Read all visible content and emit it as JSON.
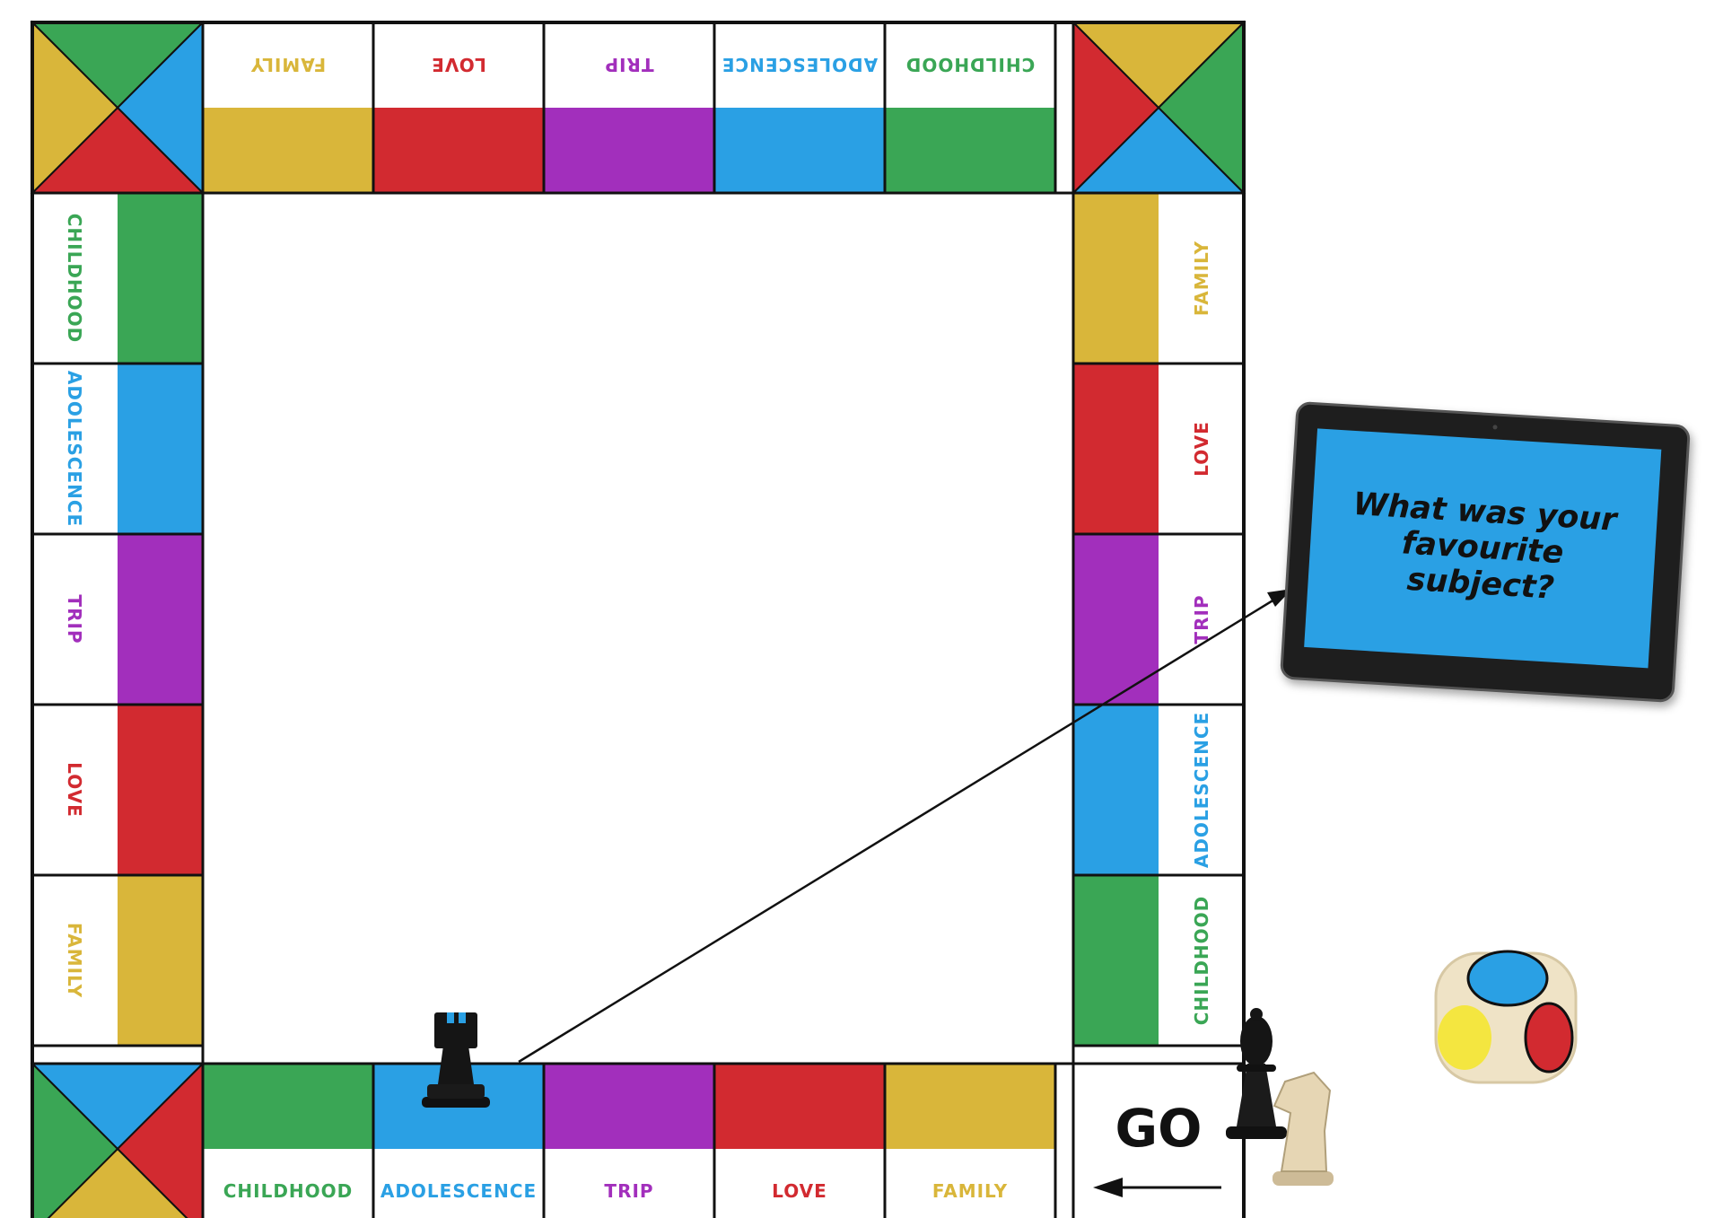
{
  "colors": {
    "childhood": "#3aa655",
    "adolescence": "#2aa0e4",
    "trip": "#a22fbc",
    "love": "#d22a30",
    "family": "#d9b63a",
    "board_line": "#111111"
  },
  "categories": {
    "childhood": "CHILDHOOD",
    "adolescence": "ADOLESCENCE",
    "trip": "TRIP",
    "love": "LOVE",
    "family": "FAMILY"
  },
  "bottom_row": [
    "childhood",
    "adolescence",
    "trip",
    "love",
    "family"
  ],
  "top_row": [
    "family",
    "love",
    "trip",
    "adolescence",
    "childhood"
  ],
  "left_column": [
    "childhood",
    "adolescence",
    "trip",
    "love",
    "family"
  ],
  "right_column": [
    "family",
    "love",
    "trip",
    "adolescence",
    "childhood"
  ],
  "go": {
    "label": "GO"
  },
  "tablet": {
    "question": "What was your favourite subject?"
  },
  "pieces": {
    "on_board": {
      "name": "rook",
      "color": "black",
      "space": "adolescence"
    },
    "beside_board": [
      "black-bishop",
      "white-knight"
    ]
  },
  "die": {
    "visible_faces": [
      "adolescence",
      "love",
      "yellow"
    ],
    "yellow_face": "#f4e640"
  }
}
